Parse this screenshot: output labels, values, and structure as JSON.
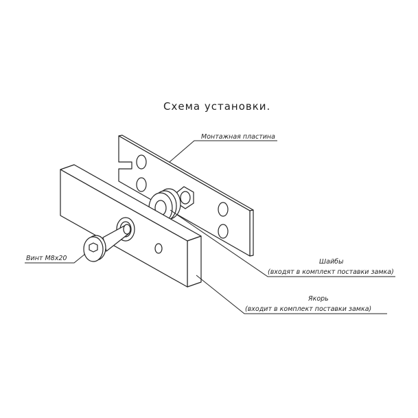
{
  "diagram": {
    "title": "Схема установки.",
    "labels": {
      "mounting_plate": "Монтажная пластина",
      "washers": "Шайбы",
      "washers_note": "(входят в комплект поставки замка)",
      "anchor": "Якорь",
      "anchor_note": "(входит в комплект поставки замка)",
      "screw": "Винт М8х20"
    },
    "colors": {
      "line": "#222222",
      "background": "#ffffff"
    }
  }
}
